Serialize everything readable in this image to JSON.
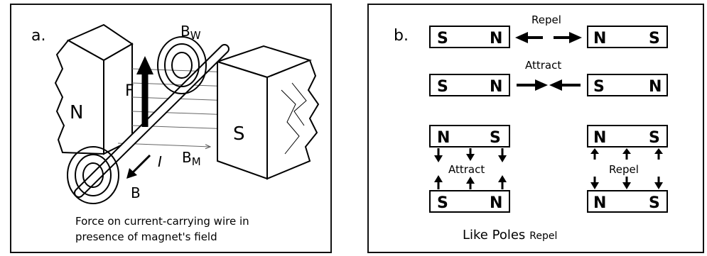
{
  "panel_a": {
    "letter": "a.",
    "label_N": "N",
    "label_S": "S",
    "label_F": "F",
    "label_I": "I",
    "label_BW": "B",
    "label_BW_sub": "W",
    "label_BM": "B",
    "label_BM_sub": "M",
    "label_B": "B",
    "caption_line1": "Force on current-carrying wire in",
    "caption_line2": "presence of magnet's field"
  },
  "panel_b": {
    "letter": "b.",
    "row1": {
      "left": [
        "S",
        "N"
      ],
      "right": [
        "N",
        "S"
      ],
      "label": "Repel"
    },
    "row2": {
      "left": [
        "S",
        "N"
      ],
      "right": [
        "S",
        "N"
      ],
      "label": "Attract"
    },
    "stack_left": {
      "top": [
        "N",
        "S"
      ],
      "bottom": [
        "S",
        "N"
      ],
      "label": "Attract"
    },
    "stack_right": {
      "top": [
        "N",
        "S"
      ],
      "bottom": [
        "N",
        "S"
      ],
      "label": "Repel"
    },
    "footer_big": "Like Poles",
    "footer_small": "Repel"
  }
}
